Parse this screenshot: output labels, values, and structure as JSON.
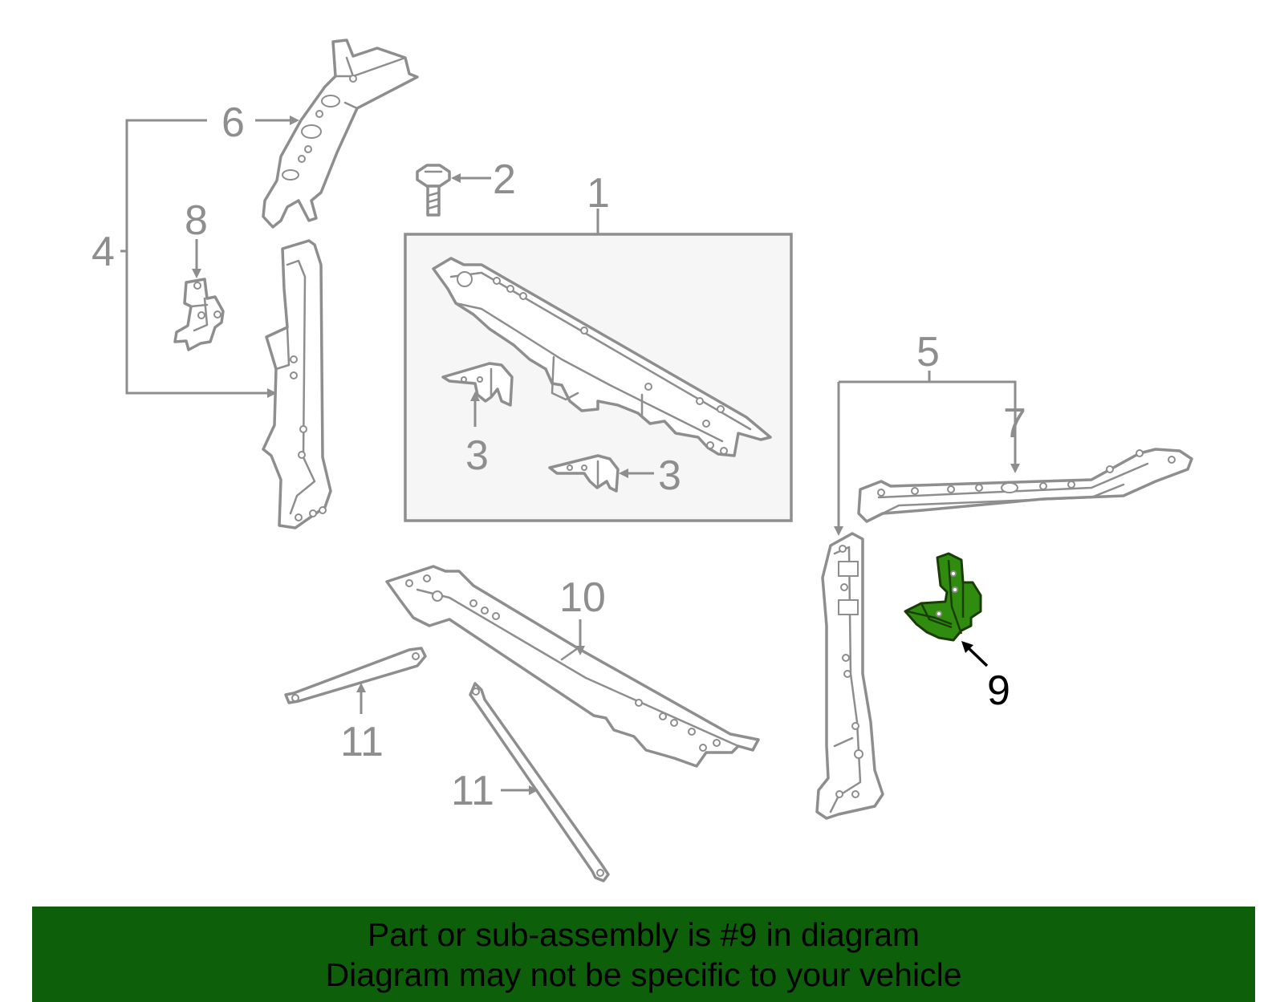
{
  "diagram": {
    "callouts": [
      "1",
      "2",
      "3",
      "3",
      "4",
      "5",
      "6",
      "7",
      "8",
      "9",
      "10",
      "11",
      "11"
    ],
    "highlighted_part": "9",
    "colors": {
      "part_lines": "#8e8e8e",
      "highlight_fill": "#2f8c0f",
      "banner": "#0d5f0a",
      "text_dark": "#000000"
    }
  },
  "banner": {
    "line1": "Part or sub-assembly is #9 in diagram",
    "line2": "Diagram may not be specific to your vehicle"
  }
}
